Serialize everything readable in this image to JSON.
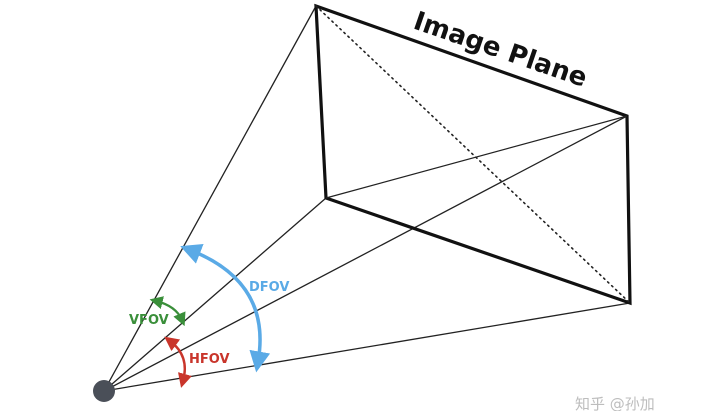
{
  "diagram": {
    "title": "Image Plane",
    "labels": {
      "vfov": "VFOV",
      "dfov": "DFOV",
      "hfov": "HFOV"
    },
    "watermark": "知乎 @孙加",
    "colors": {
      "frame": "#111111",
      "ray": "#222222",
      "camera": "#4a4f58",
      "vfov": "#3a8f3a",
      "dfov": "#5aaae6",
      "hfov": "#c9352b",
      "watermark": "#bdbdbd"
    }
  }
}
